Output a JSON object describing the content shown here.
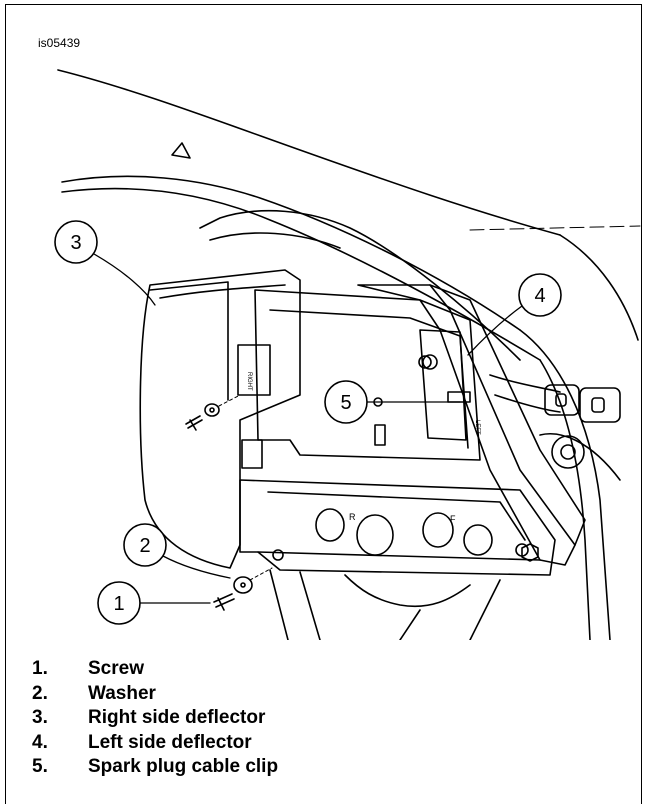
{
  "figure_id": "is05439",
  "callouts": [
    "1",
    "2",
    "3",
    "4",
    "5"
  ],
  "legend": [
    {
      "num": "1.",
      "label": "Screw"
    },
    {
      "num": "2.",
      "label": "Washer"
    },
    {
      "num": "3.",
      "label": "Right side deflector"
    },
    {
      "num": "4.",
      "label": "Left side deflector"
    },
    {
      "num": "5.",
      "label": "Spark plug cable clip"
    }
  ],
  "part_markings": {
    "rear": "R",
    "front": "F"
  }
}
